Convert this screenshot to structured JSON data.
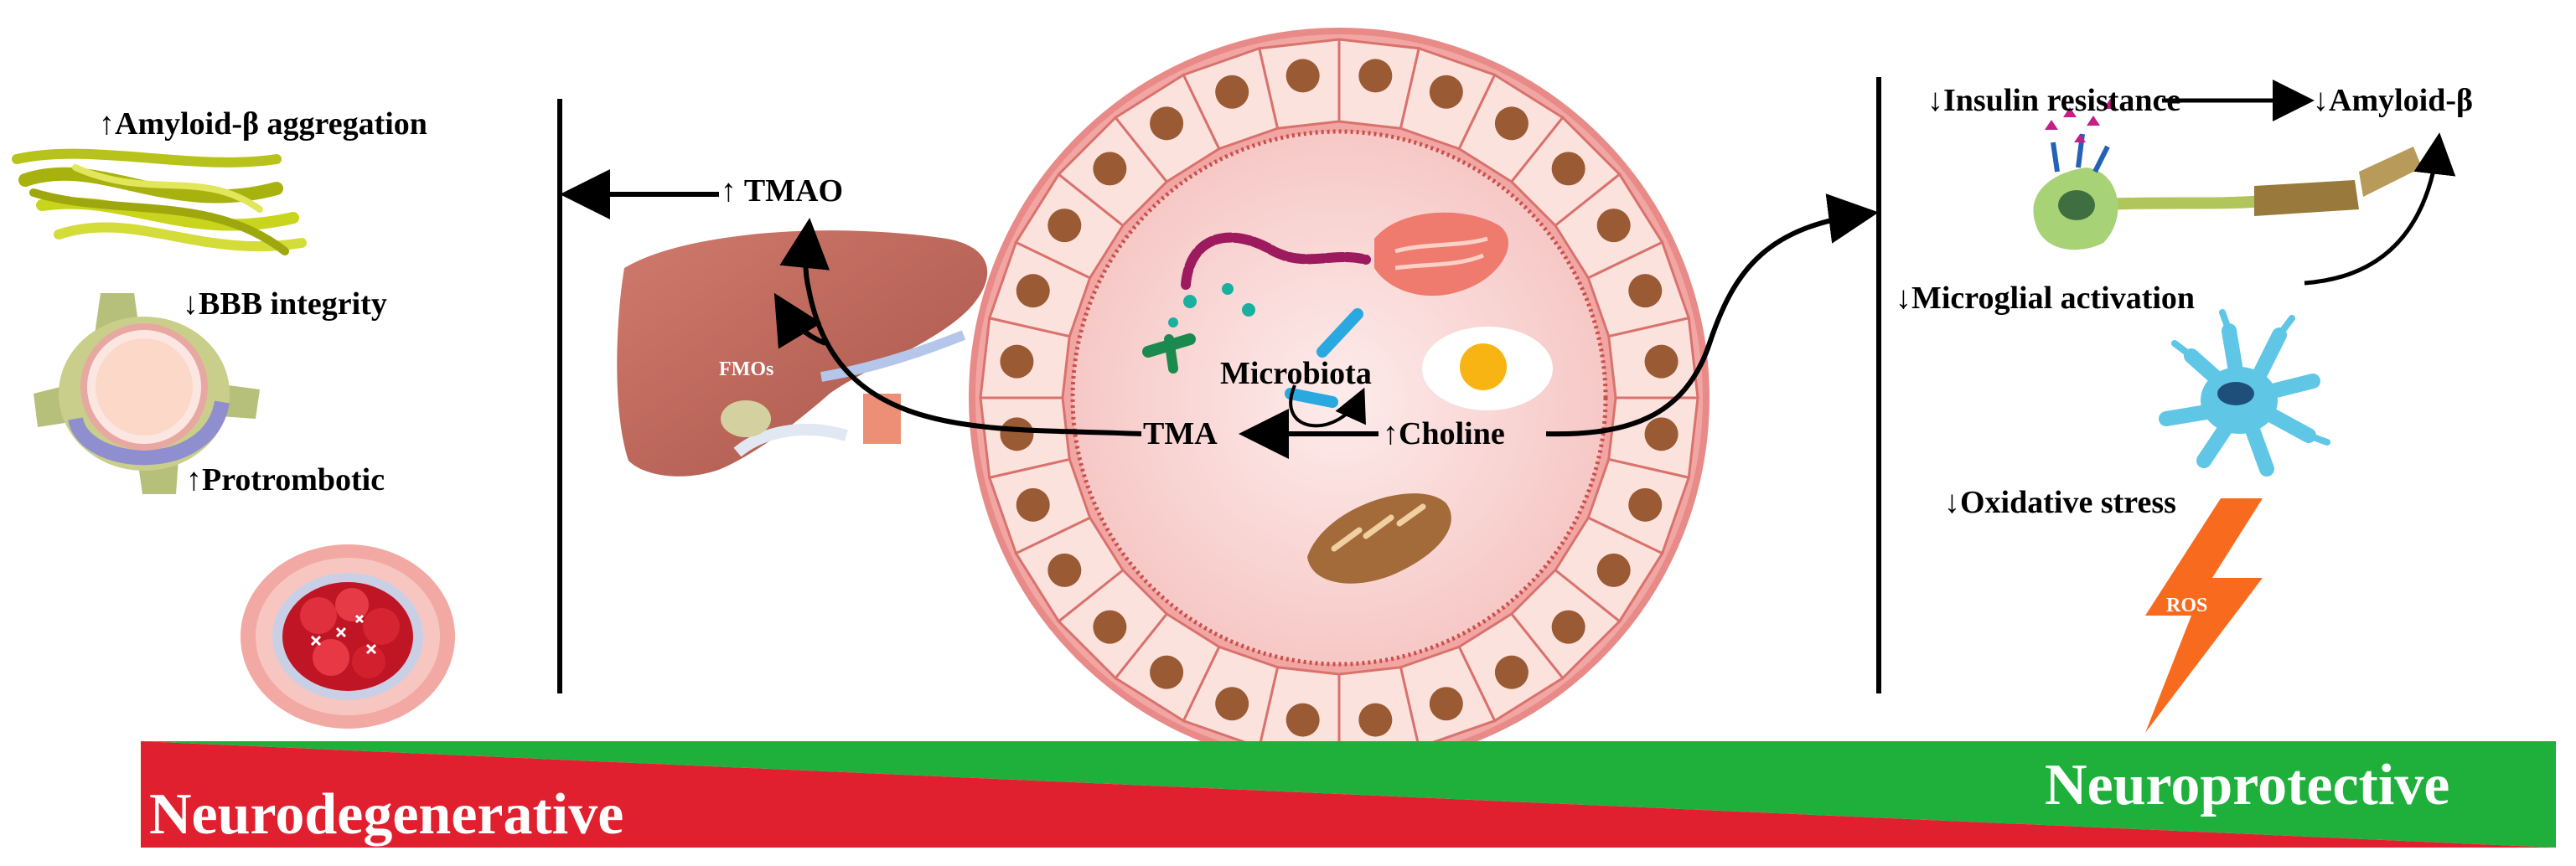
{
  "left_panel": {
    "amyloid_aggregation": "↑Amyloid-β aggregation",
    "bbb_integrity": "↓BBB integrity",
    "protrombotic": "↑Protrombotic"
  },
  "center": {
    "tmao": "↑ TMAO",
    "fmos": "FMOs",
    "microbiota": "Microbiota",
    "tma": "TMA",
    "choline": "↑Choline"
  },
  "right_panel": {
    "insulin_resistance": "↓Insulin resistance",
    "amyloid_beta": "↓Amyloid-β",
    "microglial_activation": "↓Microglial activation",
    "oxidative_stress": "↓Oxidative stress",
    "ros": "ROS"
  },
  "banner": {
    "left_label": "Neurodegenerative",
    "right_label": "Neuroprotective"
  },
  "colors": {
    "neurodegenerative": "#e0202f",
    "neuroprotective": "#1fb03c",
    "gut_tissue": "#f2a6a4",
    "lumen": "#fbe0df",
    "liver": "#c0675a"
  }
}
